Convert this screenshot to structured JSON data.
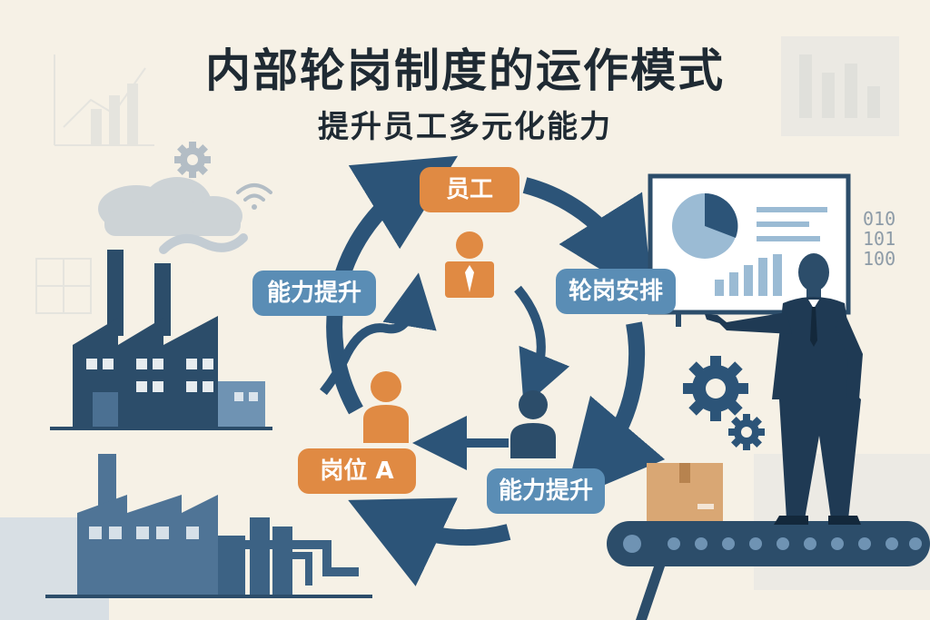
{
  "title": "内部轮岗制度的运作模式",
  "subtitle": "提升员工多元化能力",
  "nodes": {
    "employee": "员工",
    "rotation": "轮岗安排",
    "skill_up_right": "能力提升",
    "position_a": "岗位 A",
    "skill_up_left": "能力提升"
  },
  "binary_text": [
    "010",
    "101",
    "100"
  ],
  "colors": {
    "background": "#f6f1e6",
    "navy": "#2c4d6a",
    "steel_blue": "#5a8db5",
    "orange": "#e08a43"
  }
}
